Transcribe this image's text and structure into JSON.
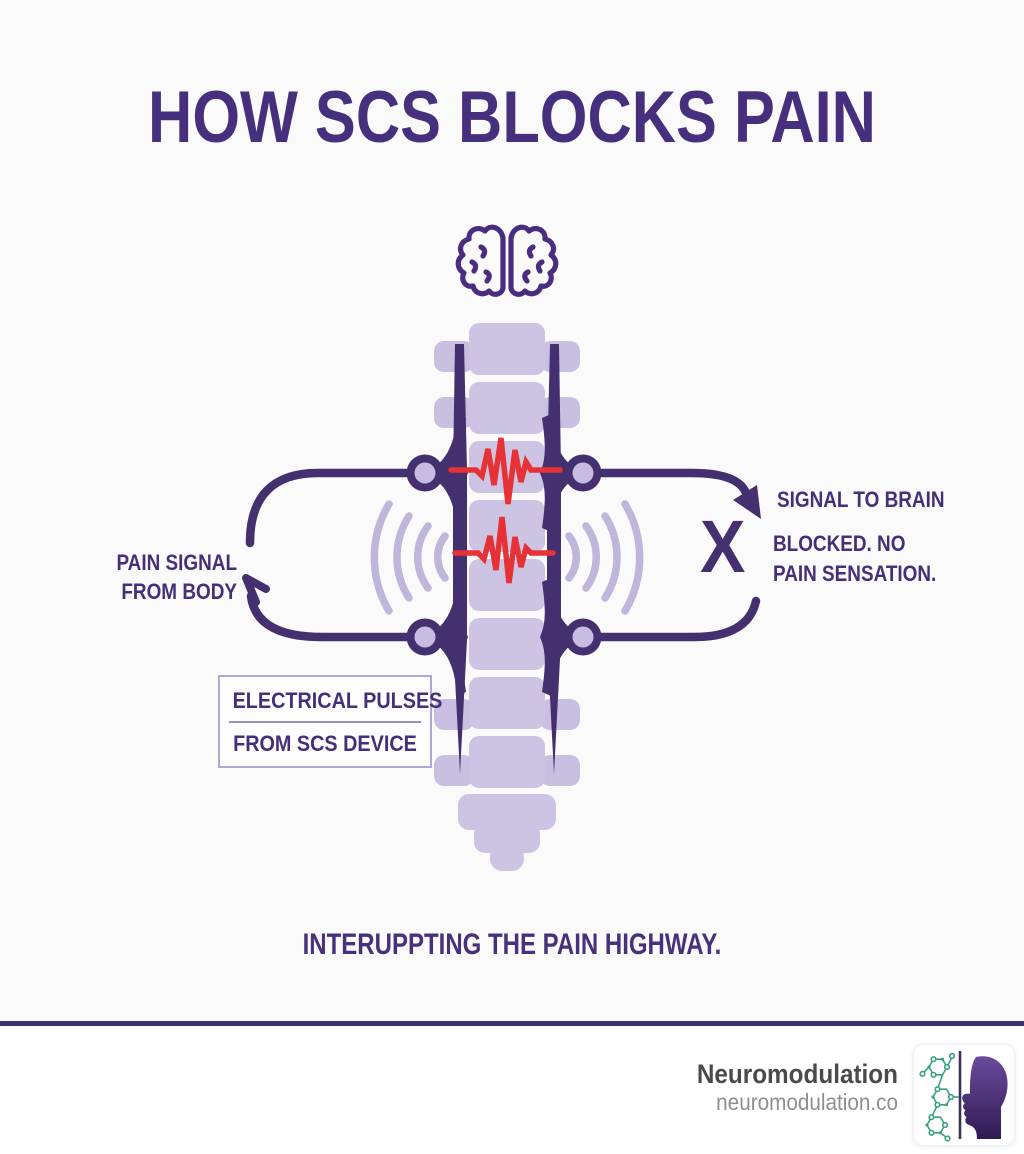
{
  "title": "HOW SCS BLOCKS PAIN",
  "diagram": {
    "pain_signal": {
      "line1": "PAIN SIGNAL",
      "line2": "FROM BODY"
    },
    "signal_to_brain": "SIGNAL TO BRAIN",
    "blocked": {
      "x_mark": "X",
      "line1": "BLOCKED. NO",
      "line2": "PAIN SENSATION."
    },
    "pulses_box": {
      "line1": "ELECTRICAL PULSES",
      "line2": "FROM SCS DEVICE"
    },
    "icons": {
      "brain": "brain-icon",
      "spine": "spine-graphic",
      "nerve_nodes": "nerve-node-icon",
      "stimulation_waves": "stimulation-waves-icon",
      "ecg_pulse": "ecg-pulse-icon",
      "pain_arrow": "arrow-icon",
      "blocked_mark": "x-blocked-icon"
    }
  },
  "tagline": "INTERUPPTING THE PAIN HIGHWAY.",
  "footer": {
    "brand": "Neuromodulation",
    "website": "neuromodulation.co",
    "logo": "half-face-molecule-logo"
  },
  "colors": {
    "purple_deep": "#44306f",
    "purple_title": "#46307e",
    "lavender_spine": "#cdc4e3",
    "lavender_waves": "#c0b5db",
    "node_fill": "#c6bce1",
    "red_pulse": "#e63137",
    "logo_green": "#3aa183",
    "footer_gray": "#4a4a4a"
  }
}
